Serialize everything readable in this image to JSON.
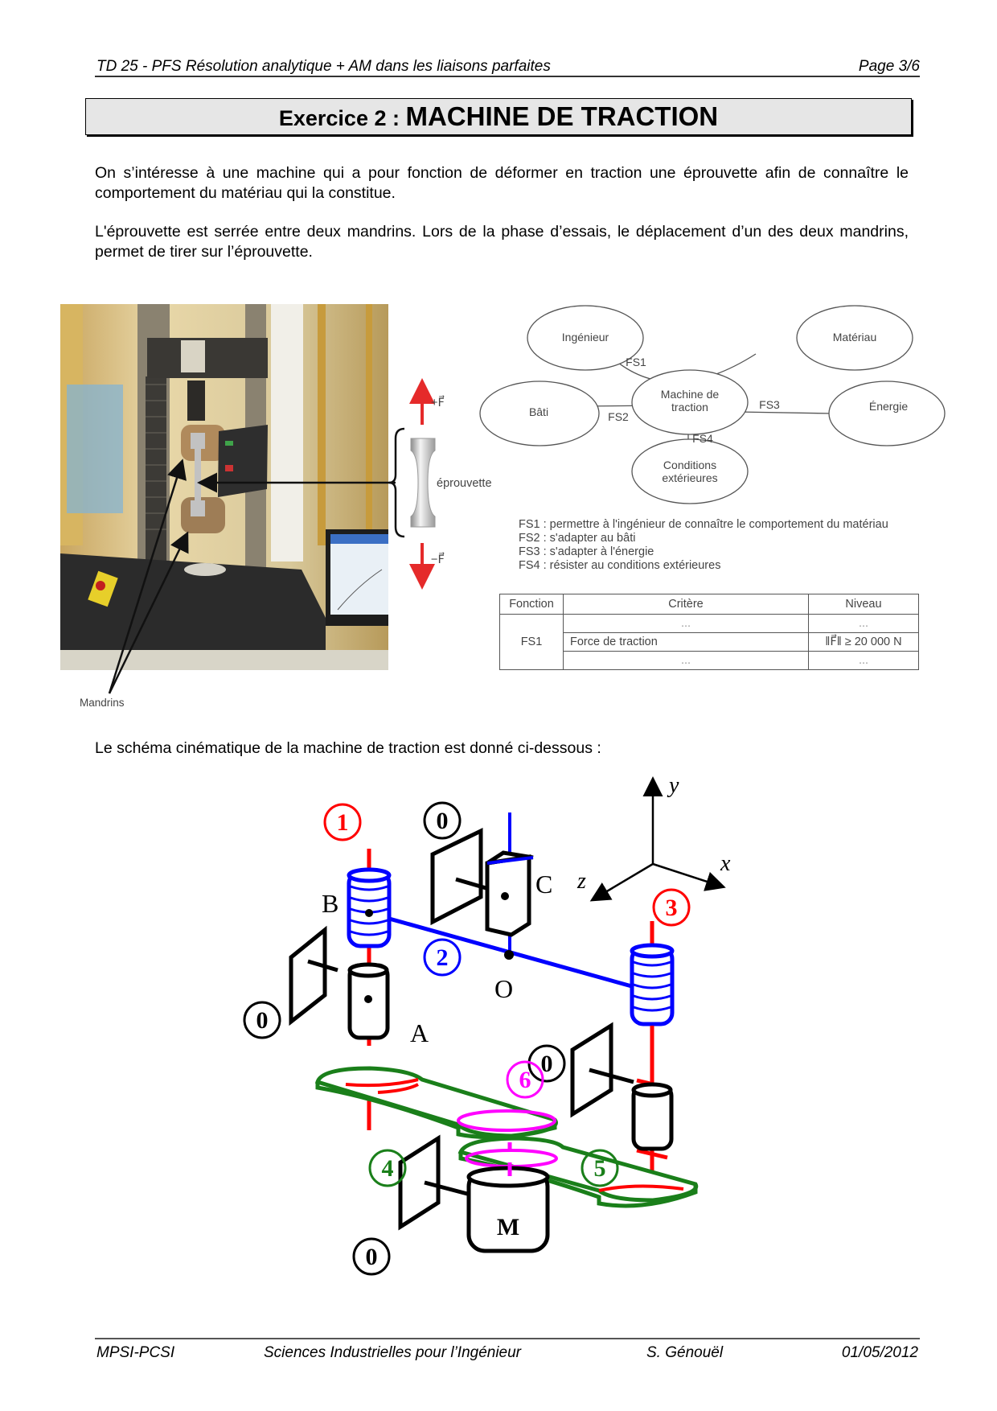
{
  "header": {
    "title": "TD 25 - PFS Résolution analytique + AM dans les liaisons parfaites",
    "page": "Page 3/6"
  },
  "exercise": {
    "prefix": "Exercice 2 : ",
    "title": "MACHINE DE TRACTION"
  },
  "intro": {
    "p1": "On s’intéresse à une machine qui a pour fonction de déformer en traction une éprouvette afin de connaître le comportement du matériau qui la constitue.",
    "p2": "L'éprouvette est serrée entre deux mandrins. Lors de la phase d’essais, le déplacement d’un des deux mandrins, permet de tirer sur l’éprouvette."
  },
  "photo": {
    "mandrins_label": "Mandrins",
    "specimen_label": "éprouvette",
    "force_plus": "+F⃗",
    "force_minus": "−F⃗"
  },
  "diagram": {
    "center": "Machine de\ntraction",
    "center_l1": "Machine de",
    "center_l2": "traction",
    "nodes": {
      "ingenieur": "Ingénieur",
      "materiau": "Matériau",
      "bati": "Bâti",
      "energie": "Énergie",
      "conditions_l1": "Conditions",
      "conditions_l2": "extérieures"
    },
    "links": {
      "fs1": "FS1",
      "fs2": "FS2",
      "fs3": "FS3",
      "fs4": "FS4"
    }
  },
  "functions": [
    "FS1 : permettre à l'ingénieur de connaître le comportement du matériau",
    "FS2 : s'adapter au bâti",
    "FS3 : s'adapter à l'énergie",
    "FS4 : résister au conditions extérieures"
  ],
  "criteria_table": {
    "headers": [
      "Fonction",
      "Critère",
      "Niveau"
    ],
    "function": "FS1",
    "rows": [
      [
        "...",
        "..."
      ],
      [
        "Force de traction",
        "‖F⃗‖ ≥ 20 000 N"
      ],
      [
        "...",
        "..."
      ]
    ]
  },
  "kinematic": {
    "intro": "Le schéma cinématique de la machine de traction est donné ci-dessous :",
    "axes": {
      "x": "x⃗",
      "y": "y⃗",
      "z": "z⃗"
    },
    "points": {
      "A": "A",
      "B": "B",
      "C": "C",
      "O": "O",
      "M": "M"
    },
    "parts": {
      "p0": "0",
      "p1": "1",
      "p2": "2",
      "p3": "3",
      "p4": "4",
      "p5": "5",
      "p6": "6"
    },
    "colors": {
      "part1": "#ff0000",
      "part2": "#0000ff",
      "part3": "#ff0000",
      "belts": "#1a7f1a",
      "part6": "#ff00ff",
      "frame": "#000000"
    }
  },
  "footer": {
    "class": "MPSI-PCSI",
    "subject": "Sciences Industrielles pour l’Ingénieur",
    "author": "S. Génouël",
    "date": "01/05/2012"
  }
}
